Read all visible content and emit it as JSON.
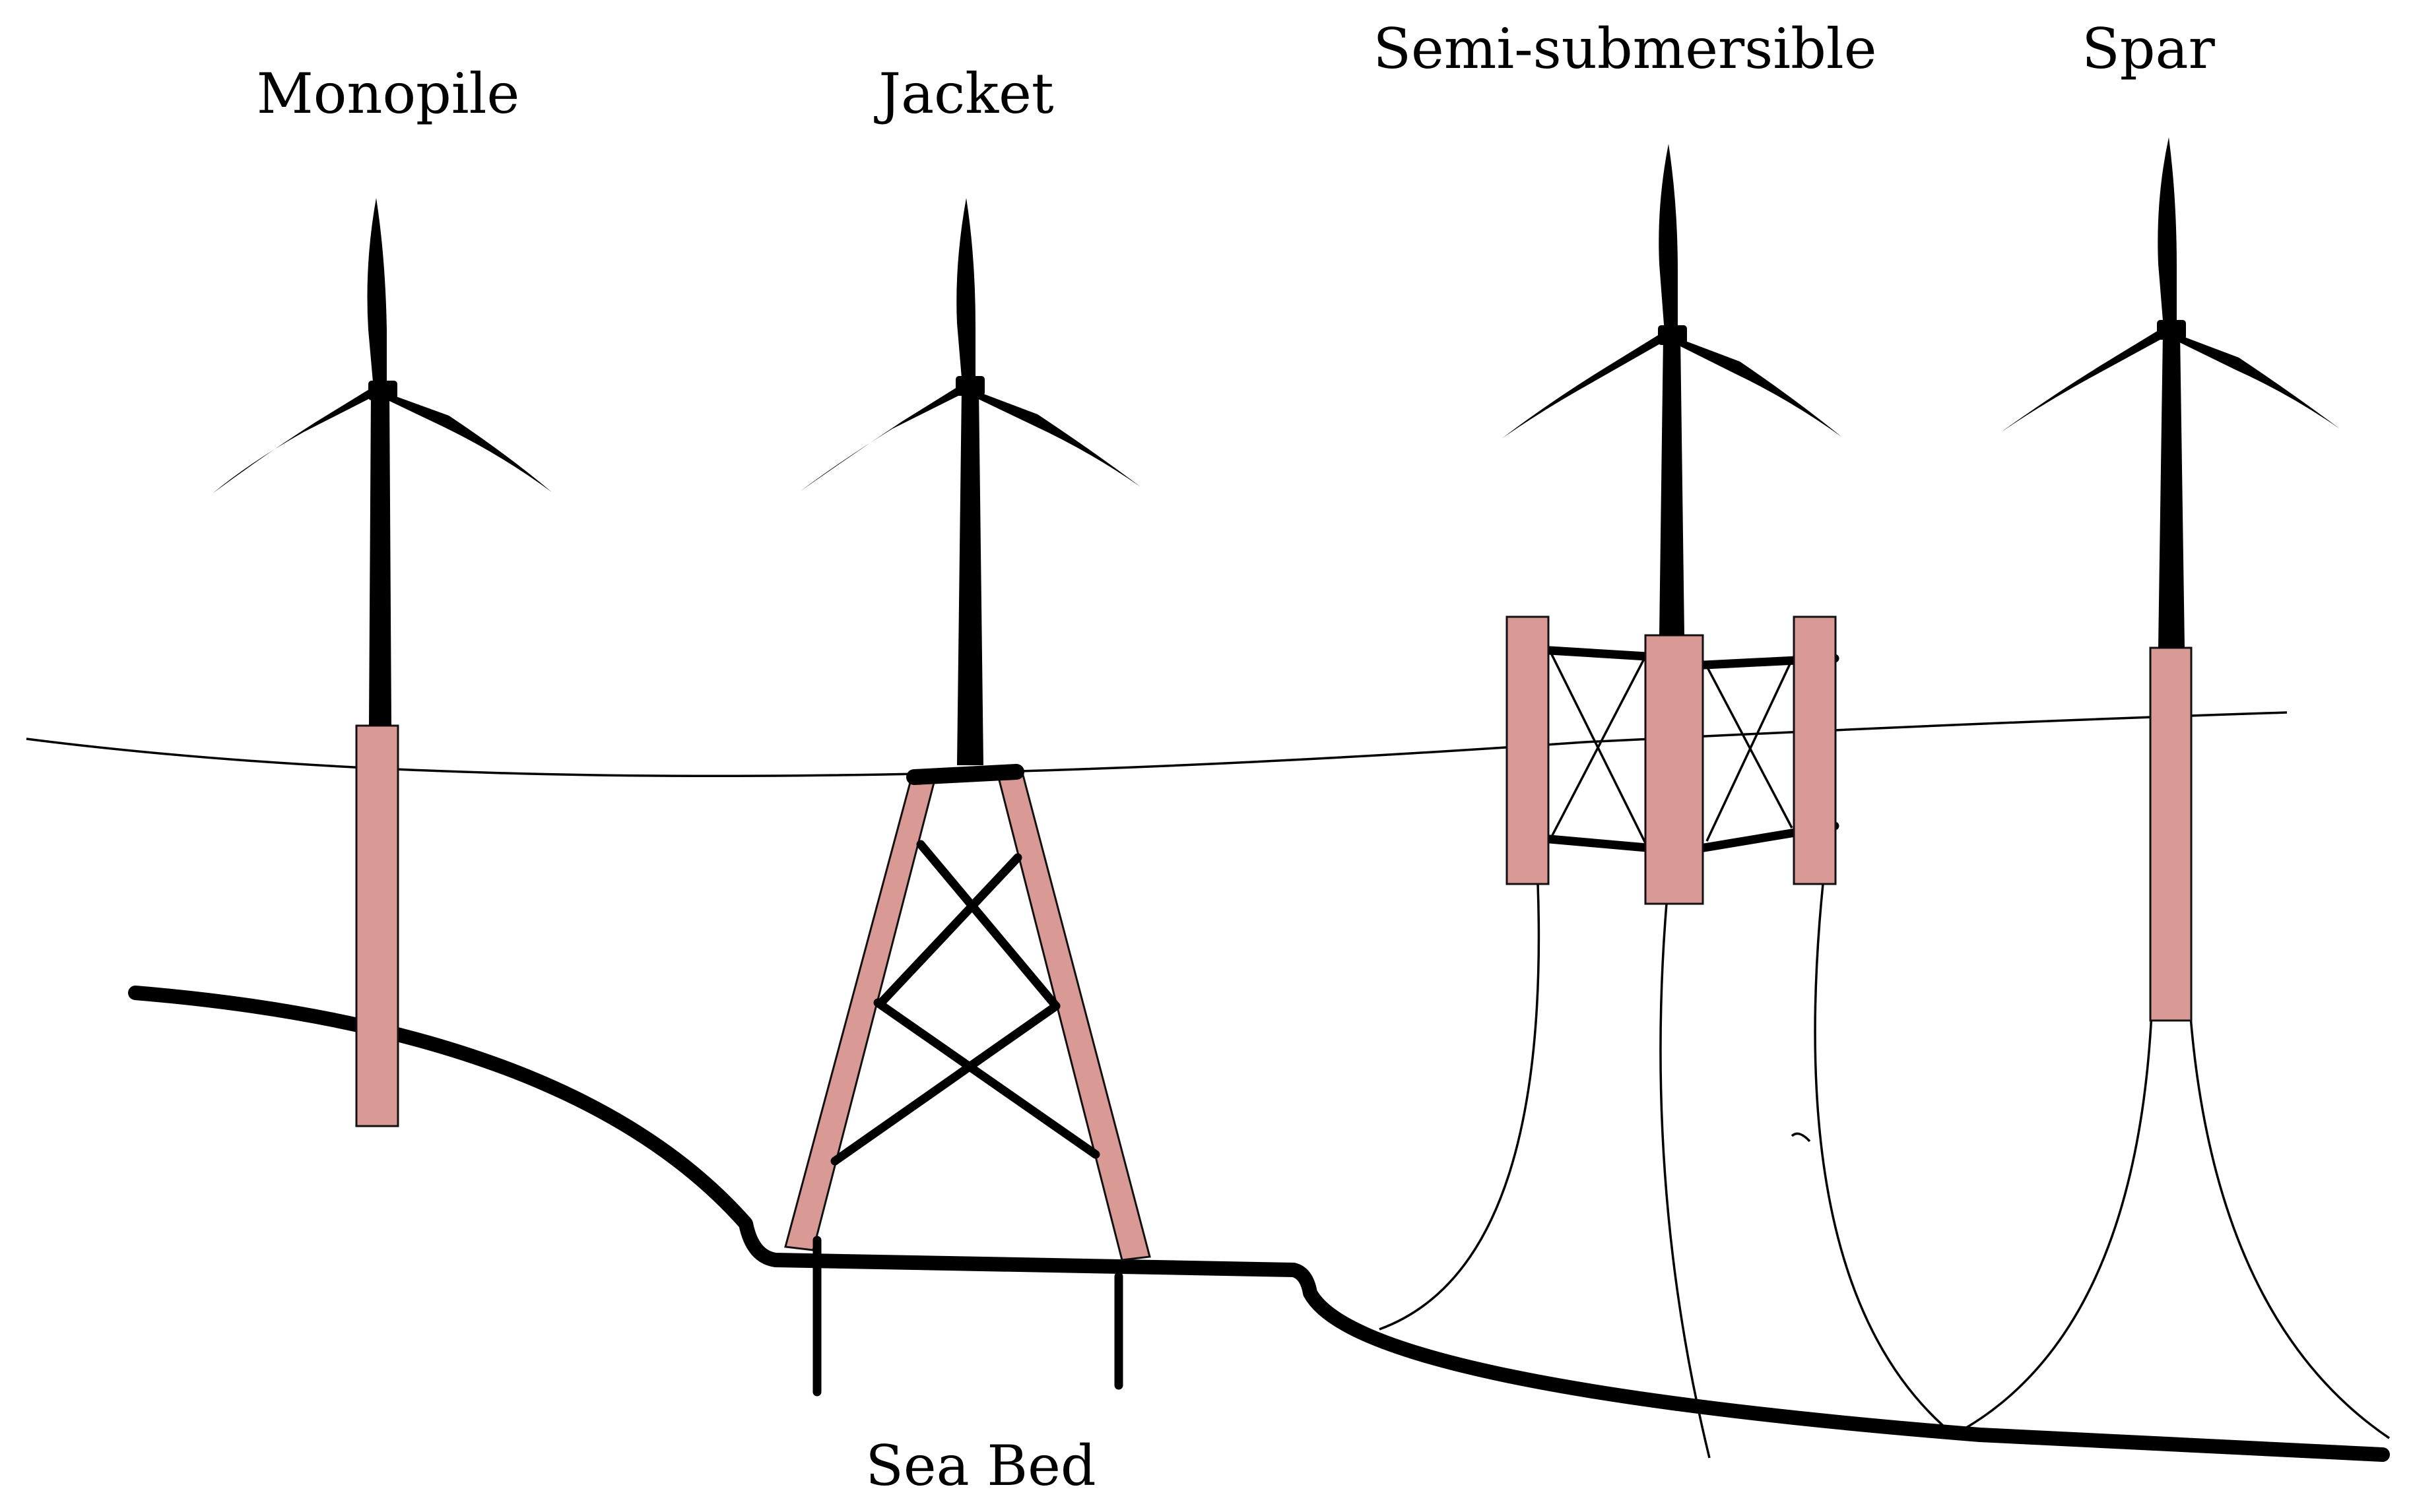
{
  "labels": {
    "monopile": "Monopile",
    "jacket": "Jacket",
    "semi_submersible": "Semi-submersible",
    "spar": "Spar",
    "sea_bed": "Sea Bed"
  },
  "colors": {
    "foundation": "#d99a96",
    "line": "#000000",
    "background": "#ffffff"
  }
}
